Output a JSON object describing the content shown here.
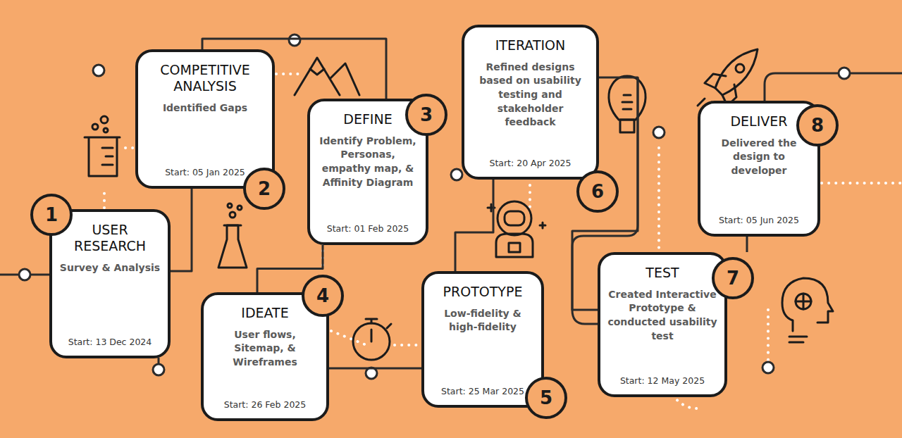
{
  "diagram": {
    "nodes": [
      {
        "text": [
          "USER RESEARCH",
          "Survey & Analysis",
          "Start: 13 Dec 2024"
        ]
      },
      {
        "text": [
          "COMPETITIVE ANALYSIS",
          "Identified Gaps",
          "Start: 05 Jan 2025"
        ]
      },
      {
        "text": [
          "DEFINE",
          "Identify Problem, Personas, empathy map, & Affinity Diagram",
          "Start: 01 Feb 2025"
        ]
      },
      {
        "text": [
          "IDEATE",
          "User flows, Sitemap, & Wireframes",
          "Start: 26 Feb 2025"
        ]
      },
      {
        "text": [
          "PROTOTYPE",
          "Low-fidelity & high-fidelity",
          "Start: 25 Mar 2025"
        ]
      },
      {
        "text": [
          "ITERATION",
          "Refined designs based on usability testing and stakeholder feedback",
          "Start: 20 Apr 2025"
        ]
      },
      {
        "text": [
          "TEST",
          "Created Interactive Prototype & conducted usability test",
          "Start: 12 May 2025"
        ]
      },
      {
        "text": [
          "DELIVER",
          "Delivered the design to developer",
          "Start: 05 Jun 2025"
        ]
      }
    ],
    "edges": [
      {
        "from": 0,
        "to": 1,
        "arrow": "none"
      },
      {
        "from": 1,
        "to": 2,
        "arrow": "none"
      },
      {
        "from": 2,
        "to": 3,
        "arrow": "none"
      },
      {
        "from": 3,
        "to": 4,
        "arrow": "none"
      },
      {
        "from": 4,
        "to": 5,
        "arrow": "none"
      },
      {
        "from": 5,
        "to": 6,
        "arrow": "none"
      },
      {
        "from": 6,
        "to": 7,
        "arrow": "none"
      }
    ],
    "labels": [
      "1",
      "2",
      "3",
      "4",
      "5",
      "6",
      "7",
      "8"
    ]
  }
}
